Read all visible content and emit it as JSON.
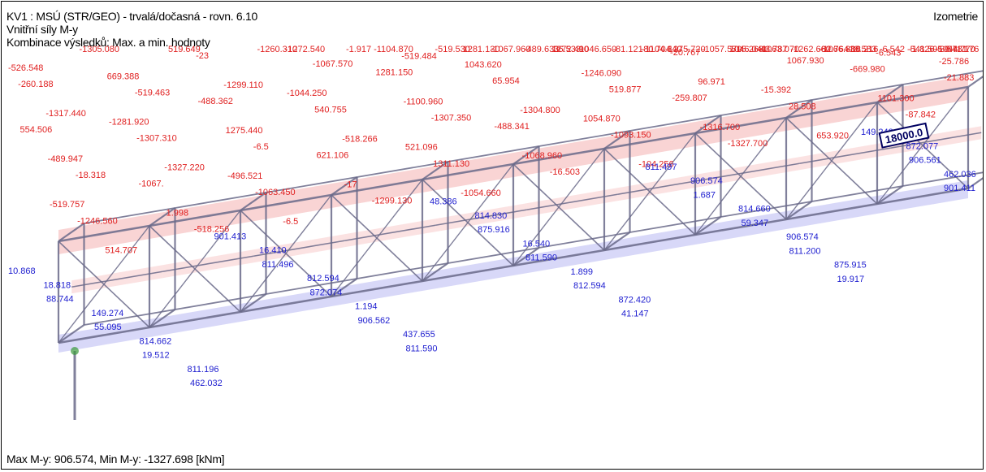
{
  "header": {
    "title_line1": "KV1 : MSÚ (STR/GEO) - trvalá/dočasná - rovn. 6.10",
    "title_line2": "Vnitřní síly M-y",
    "title_line3": "Kombinace výsledků: Max. a min. hodnoty",
    "view_name": "Izometrie"
  },
  "footer": {
    "summary": "Max M-y: 906.574, Min M-y: -1327.698 [kNm]"
  },
  "dimension_badge": "18000.0",
  "colors": {
    "negative": "#e02020",
    "positive": "#2020d0",
    "structure": "#6a6a8a",
    "fill_red": "#f2a0a0",
    "fill_blue": "#a8a8f0"
  },
  "labels_negative": [
    "-526.548",
    "-260.188",
    "-1317.440",
    "554.506",
    "-489.947",
    "-18.318",
    "-519.757",
    "-1246.560",
    "514.707",
    "-1305.080",
    "669.388",
    "-519.463",
    "-1281.920",
    "-1307.310",
    "-1327.220",
    "-1067.",
    "1.998",
    "-518.256",
    "519.649",
    "-23",
    "-1299.110",
    "-488.362",
    "1275.440",
    "-6.5",
    "-496.521",
    "-1063.450",
    "-6.5",
    "-1260.310",
    "-1272.540",
    "-1067.570",
    "-1044.250",
    "540.755",
    "-518.266",
    "621.106",
    "-17",
    "-1299.130",
    "-1.917",
    "-1104.870",
    "-519.484",
    "1281.150",
    "-1100.960",
    "-1307.350",
    "521.096",
    "1311.130",
    "-1054.660",
    "-519.530",
    "1281.130",
    "-1067.960",
    "1043.620",
    "65.954",
    "-1304.800",
    "-488.341",
    "-1068.960",
    "-16.503",
    "-489.633",
    "1272.490",
    "1046.650",
    "36.533",
    "-1246.090",
    "519.877",
    "1054.870",
    "-1093.150",
    "-104.256",
    "-81.121",
    "-80.704",
    "1275.720",
    "-1104.840",
    "-20.767",
    "96.971",
    "-259.807",
    "-1316.700",
    "-1327.700",
    "-1057.570",
    "1046.040",
    "-43.787",
    "515.268",
    "-1063.070",
    "1067.930",
    "-15.392",
    "28.508",
    "653.920",
    "-1262.660",
    "-82.764",
    "-18.583",
    "-1066.880",
    "-18.216",
    "-6.543",
    "-669.980",
    "1101.300",
    "-87.842",
    "-6.542",
    "-541.595",
    "-1044.770",
    "-1.826",
    "-39.781",
    "-541.176",
    "-25.786",
    "-21.883"
  ],
  "labels_positive": [
    "10.868",
    "18.818",
    "88.744",
    "149.274",
    "55.095",
    "814.662",
    "19.512",
    "811.196",
    "462.032",
    "901.413",
    "16.410",
    "811.496",
    "812.594",
    "872.074",
    "1.194",
    "906.562",
    "437.655",
    "811.590",
    "48.386",
    "814.830",
    "875.916",
    "16.540",
    "811.590",
    "1.899",
    "812.594",
    "872.420",
    "41.147",
    "811.497",
    "906.574",
    "1.687",
    "814.660",
    "59.347",
    "906.574",
    "811.200",
    "875.915",
    "19.917",
    "149.242",
    "872.077",
    "906.561",
    "462.036",
    "901.411"
  ]
}
